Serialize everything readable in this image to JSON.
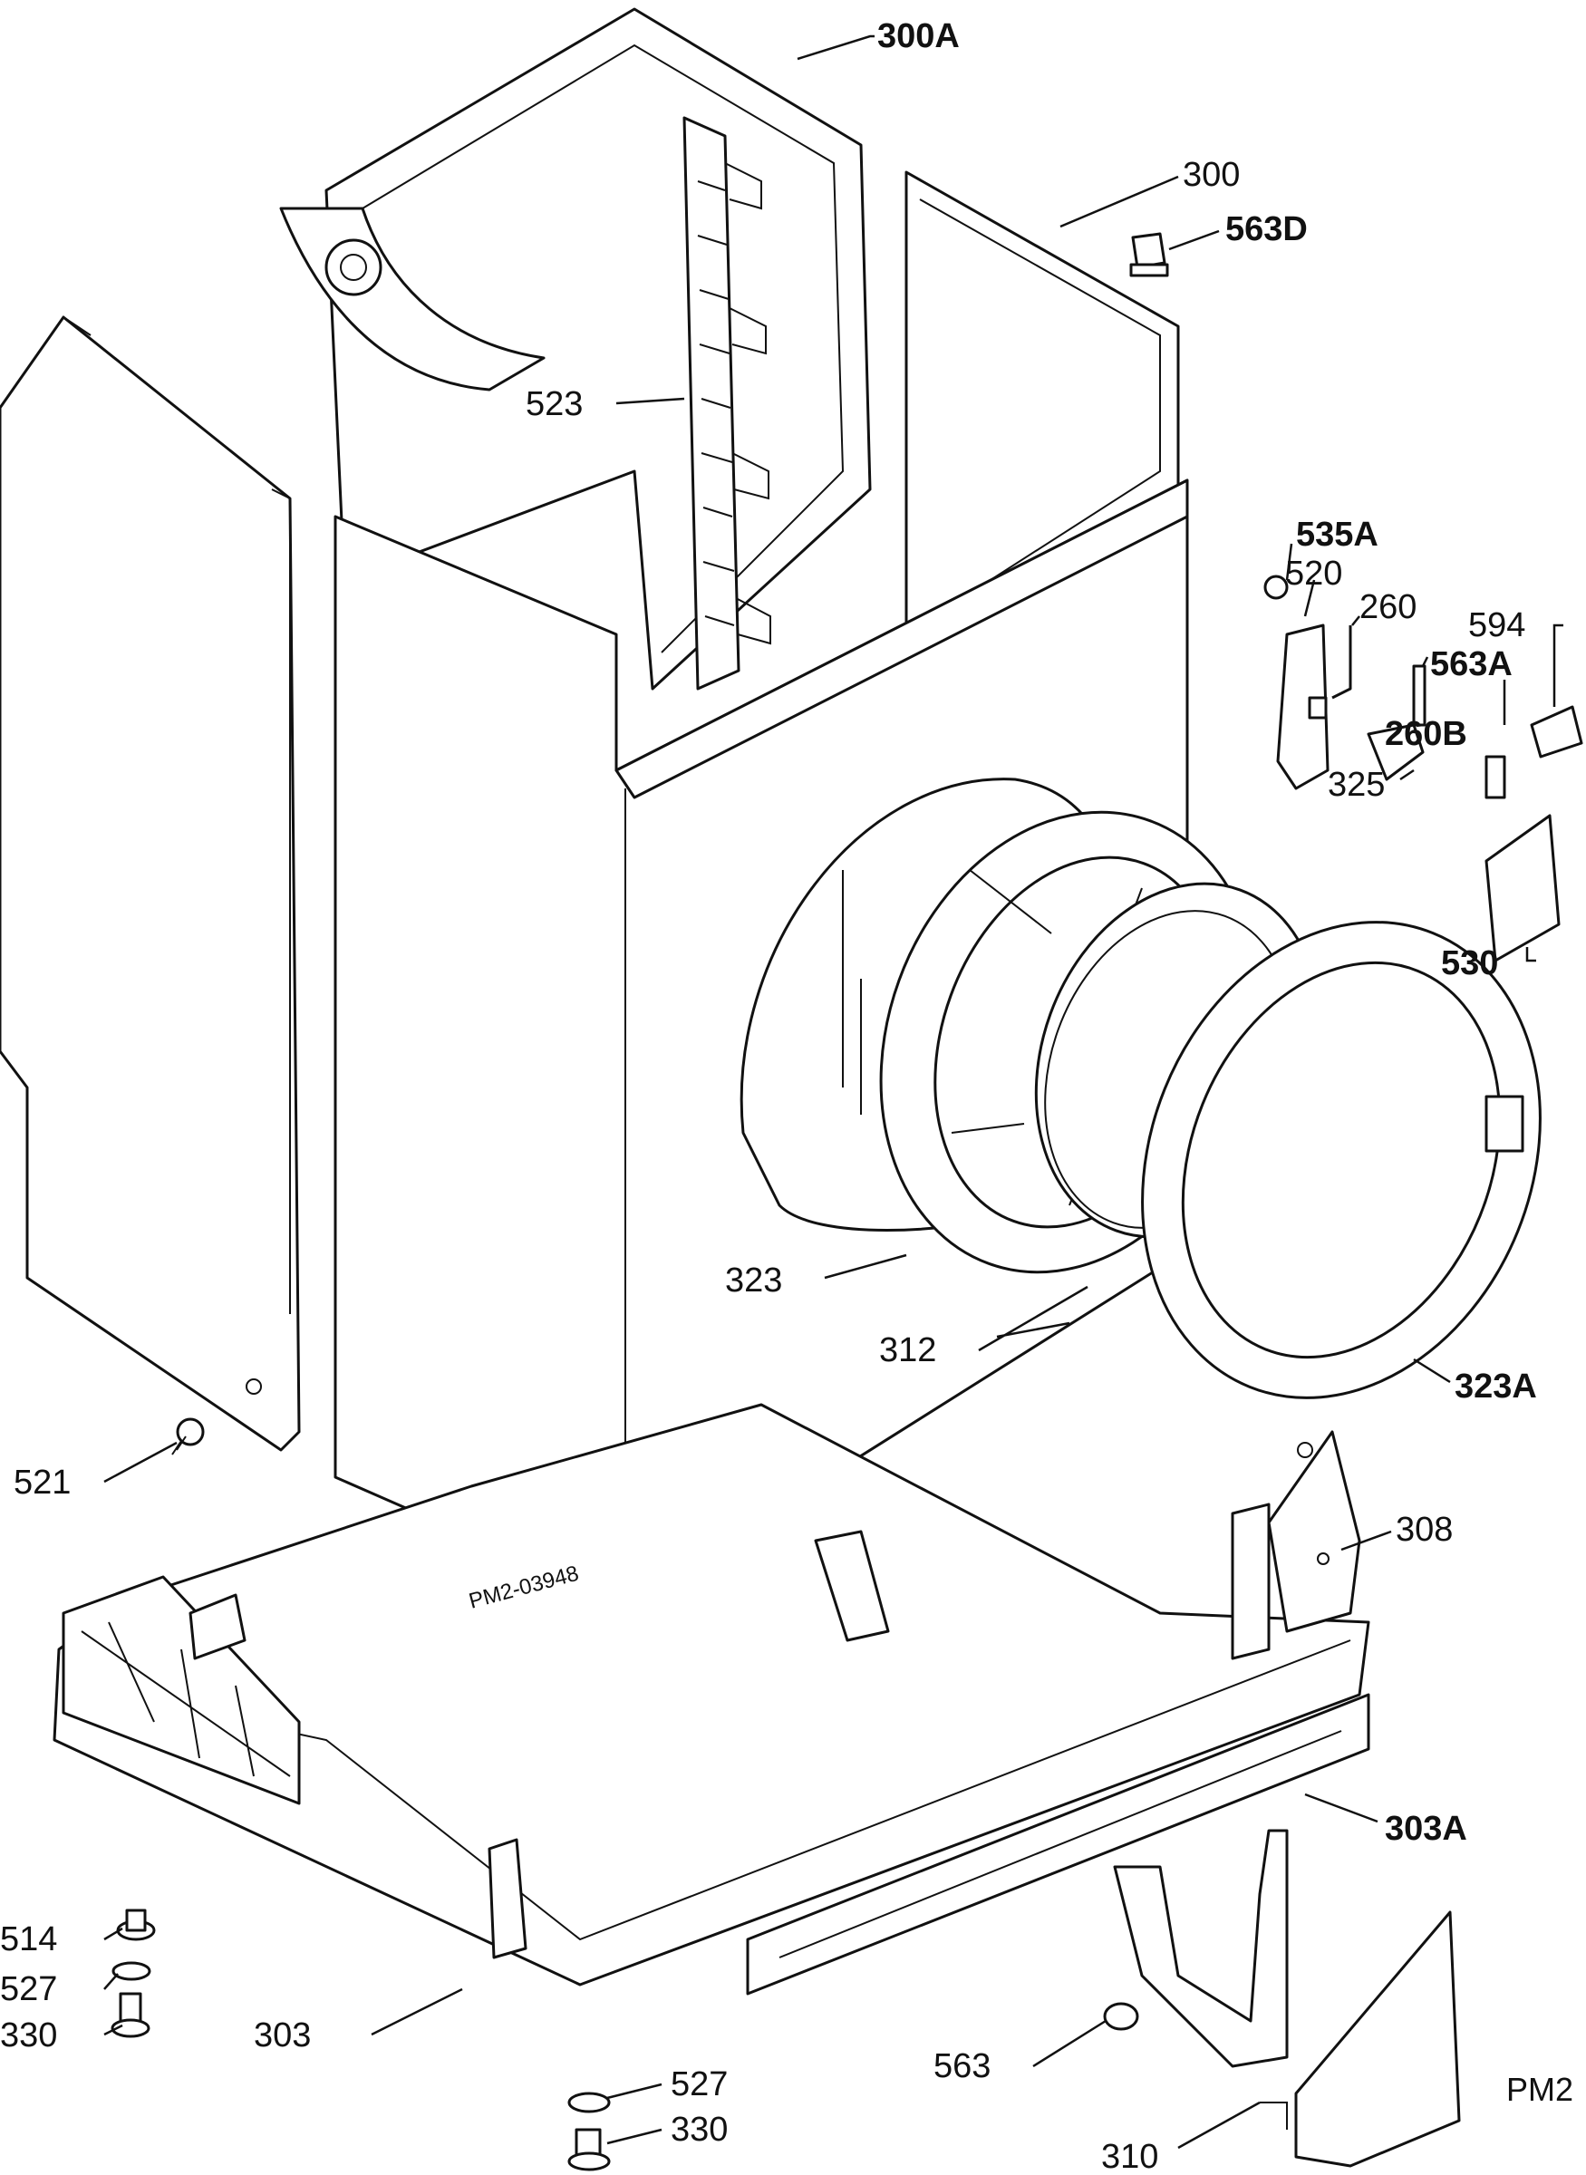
{
  "labels": {
    "l300A": "300A",
    "l300": "300",
    "l563D": "563D",
    "l523": "523",
    "l535A": "535A",
    "l520": "520",
    "l260": "260",
    "l594": "594",
    "l563A": "563A",
    "l260B": "260B",
    "l325": "325",
    "l530": "530",
    "l323": "323",
    "l312": "312",
    "l323A": "323A",
    "l521": "521",
    "l308": "308",
    "l303A": "303A",
    "l514": "514",
    "l527a": "527",
    "l330a": "330",
    "l303": "303",
    "l527b": "527",
    "l330b": "330",
    "l563": "563",
    "l310": "310"
  },
  "stamp": "PM2-03948",
  "corner_code": "PM2"
}
